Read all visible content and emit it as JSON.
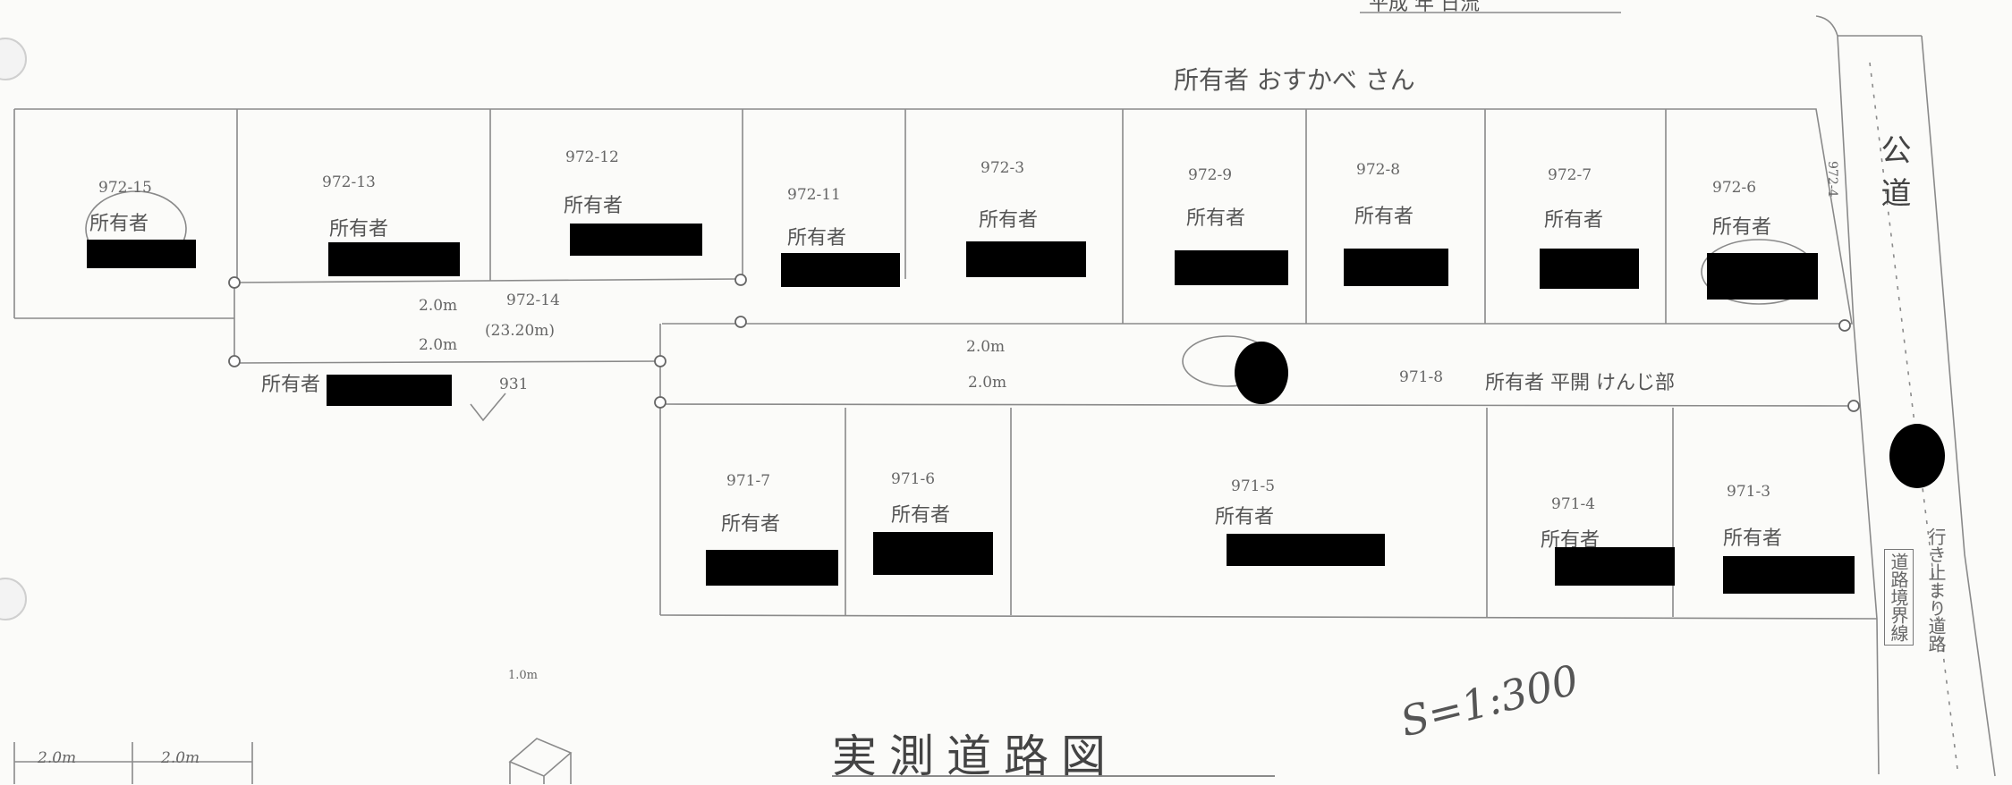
{
  "document": {
    "title": "実測道路図",
    "scale": "S=1:300",
    "header_scrap": "平成 年 日流",
    "north_neighbor": "所有者 おすかべ さん",
    "public_road": "公道",
    "road_side_note": "行き止まり道路",
    "boundary_note": "道路境界線",
    "owner_label": "所有者",
    "road_width_note_a": "2.0m",
    "road_width_note_b": "2.0m",
    "road_length_note": "(23.20m)",
    "corner_label": "931",
    "owner_971_8": "所有者 平開 けんじ部",
    "scale_bar": [
      "2.0m",
      "2.0m"
    ],
    "small_mark": "1.0m"
  },
  "lots_north": [
    {
      "lot": "972-15"
    },
    {
      "lot": "972-13"
    },
    {
      "lot": "972-12"
    },
    {
      "lot": "972-11"
    },
    {
      "lot": "972-3"
    },
    {
      "lot": "972-9"
    },
    {
      "lot": "972-8"
    },
    {
      "lot": "972-7"
    },
    {
      "lot": "972-6"
    },
    {
      "lot": "972-4"
    }
  ],
  "lots_mid": [
    {
      "lot": "972-14"
    },
    {
      "lot": "971-8"
    }
  ],
  "lots_south": [
    {
      "lot": "971-7"
    },
    {
      "lot": "971-6"
    },
    {
      "lot": "971-5"
    },
    {
      "lot": "971-4"
    },
    {
      "lot": "971-3"
    }
  ]
}
